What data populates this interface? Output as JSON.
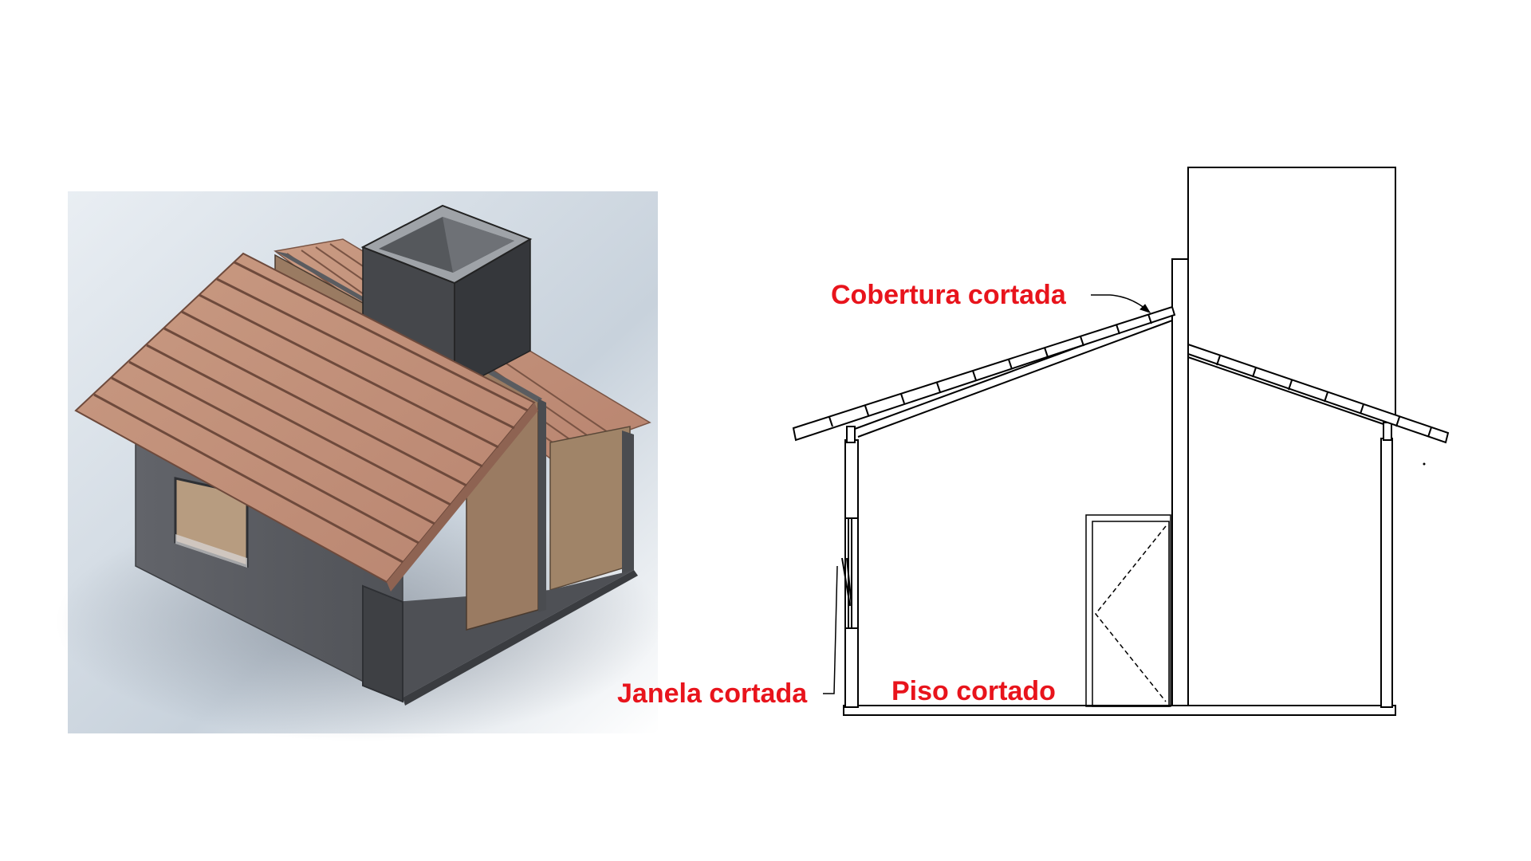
{
  "labels": {
    "roof": "Cobertura cortada",
    "window": "Janela cortada",
    "floor": "Piso cortado"
  },
  "colors": {
    "label": "#e8141c",
    "line": "#000000",
    "roof_wood": "#c9937a",
    "roof_dark": "#8e6352",
    "wall_grey": "#5a5c60",
    "wall_dark": "#45474b",
    "interior_wood": "#a08468",
    "chimney": "#3c3e42",
    "viewport_bg": "#c8d2dc"
  },
  "icons": {
    "model_view": "isometric-house-model",
    "section_view": "house-section-drawing"
  }
}
